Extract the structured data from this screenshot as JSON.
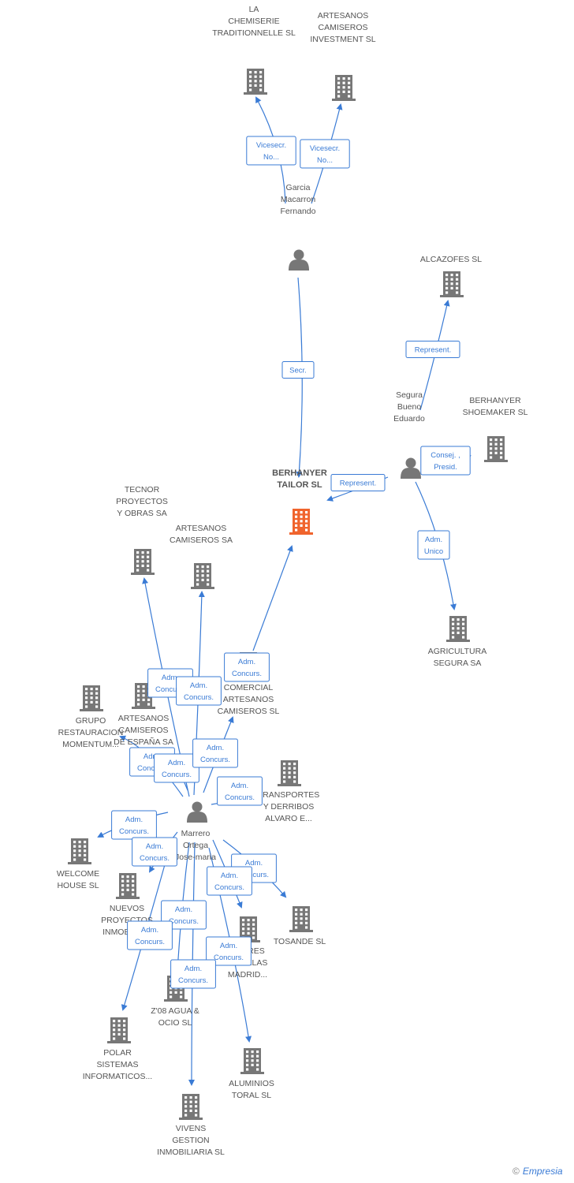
{
  "colors": {
    "edge": "#3a7bd5",
    "company": "#777777",
    "company_main": "#f0642d",
    "person": "#777777",
    "label_text": "#555555",
    "edge_label_border": "#3a7bd5",
    "edge_label_bg": "#ffffff"
  },
  "nodes": [
    {
      "id": "la_chemiserie",
      "type": "company",
      "label": [
        "LA",
        "CHEMISERIE",
        "TRADITIONNELLE SL"
      ]
    },
    {
      "id": "artesanos_investment",
      "type": "company",
      "label": [
        "ARTESANOS",
        "CAMISEROS",
        "INVESTMENT SL"
      ]
    },
    {
      "id": "garcia",
      "type": "person",
      "label": [
        "Garcia",
        "Macarron",
        "Fernando"
      ]
    },
    {
      "id": "alcazofes",
      "type": "company",
      "label": [
        "ALCAZOFES SL"
      ]
    },
    {
      "id": "segura",
      "type": "person",
      "label": [
        "Segura",
        "Bueno",
        "Eduardo"
      ]
    },
    {
      "id": "berhanyer_shoemaker",
      "type": "company",
      "label": [
        "BERHANYER",
        "SHOEMAKER SL"
      ]
    },
    {
      "id": "berhanyer_tailor",
      "type": "company_main",
      "label": [
        "BERHANYER",
        "TAILOR SL"
      ]
    },
    {
      "id": "tecnor",
      "type": "company",
      "label": [
        "TECNOR",
        "PROYECTOS",
        "Y OBRAS SA"
      ]
    },
    {
      "id": "artesanos_sa",
      "type": "company",
      "label": [
        "ARTESANOS",
        "CAMISEROS SA"
      ]
    },
    {
      "id": "agricultura",
      "type": "company",
      "label": [
        "AGRICULTURA",
        "SEGURA SA"
      ]
    },
    {
      "id": "comercial",
      "type": "company",
      "label": [
        "COMERCIAL",
        "ARTESANOS",
        "CAMISEROS SL"
      ]
    },
    {
      "id": "grupo",
      "type": "company",
      "label": [
        "GRUPO",
        "RESTAURACION",
        "MOMENTUM..."
      ]
    },
    {
      "id": "artesanos_espana",
      "type": "company",
      "label": [
        "ARTESANOS",
        "CAMISEROS",
        "DE ESPAÑA SA"
      ]
    },
    {
      "id": "transportes",
      "type": "company",
      "label": [
        "TRANSPORTES",
        "Y DERRIBOS",
        "ALVARO E..."
      ]
    },
    {
      "id": "marrero",
      "type": "person",
      "label": [
        "Marrero",
        "Ortega",
        "Jose-maria"
      ]
    },
    {
      "id": "welcome",
      "type": "company",
      "label": [
        "WELCOME",
        "HOUSE SL"
      ]
    },
    {
      "id": "nuevos",
      "type": "company",
      "label": [
        "NUEVOS",
        "PROYECTOS",
        "INMOBILIA..."
      ]
    },
    {
      "id": "tosande",
      "type": "company",
      "label": [
        "TOSANDE SL"
      ]
    },
    {
      "id": "torres",
      "type": "company",
      "label": [
        "TORRES",
        "GEMELAS",
        "MADRID..."
      ]
    },
    {
      "id": "z08",
      "type": "company",
      "label": [
        "Z'08 AGUA &",
        "OCIO SL"
      ]
    },
    {
      "id": "polar",
      "type": "company",
      "label": [
        "POLAR",
        "SISTEMAS",
        "INFORMATICOS..."
      ]
    },
    {
      "id": "aluminios",
      "type": "company",
      "label": [
        "ALUMINIOS",
        "TORAL SL"
      ]
    },
    {
      "id": "vivens",
      "type": "company",
      "label": [
        "VIVENS",
        "GESTION",
        "INMOBILIARIA SL"
      ]
    }
  ],
  "edges": [
    {
      "from": "garcia",
      "to": "la_chemiserie",
      "label": [
        "Vicesecr.",
        "No..."
      ]
    },
    {
      "from": "garcia",
      "to": "artesanos_investment",
      "label": [
        "Vicesecr.",
        "No..."
      ]
    },
    {
      "from": "garcia",
      "to": "berhanyer_tailor",
      "label": [
        "Secr."
      ]
    },
    {
      "from": "segura",
      "to": "alcazofes",
      "label": [
        "Represent."
      ]
    },
    {
      "from": "segura",
      "to": "berhanyer_tailor",
      "label": [
        "Represent."
      ]
    },
    {
      "from": "segura",
      "to": "berhanyer_shoemaker",
      "label": [
        "Consej. ,",
        "Presid."
      ]
    },
    {
      "from": "segura",
      "to": "agricultura",
      "label": [
        "Adm.",
        "Unico"
      ]
    },
    {
      "from": "comercial",
      "to": "berhanyer_tailor",
      "label": [
        "Adm.",
        "Concurs."
      ]
    },
    {
      "from": "marrero",
      "to": "tecnor",
      "label": [
        "Adm.",
        "Concurs."
      ]
    },
    {
      "from": "marrero",
      "to": "artesanos_sa",
      "label": [
        "Adm.",
        "Concurs."
      ]
    },
    {
      "from": "marrero",
      "to": "grupo",
      "label": [
        "Adm.",
        "Concurs."
      ]
    },
    {
      "from": "marrero",
      "to": "artesanos_espana",
      "label": [
        "Adm.",
        "Concurs."
      ]
    },
    {
      "from": "marrero",
      "to": "comercial",
      "label": [
        "Adm.",
        "Concurs."
      ]
    },
    {
      "from": "marrero",
      "to": "transportes",
      "label": [
        "Adm.",
        "Concurs."
      ]
    },
    {
      "from": "marrero",
      "to": "welcome",
      "label": [
        "Adm.",
        "Concurs."
      ]
    },
    {
      "from": "marrero",
      "to": "nuevos",
      "label": [
        "Adm.",
        "Concurs."
      ]
    },
    {
      "from": "marrero",
      "to": "tosande",
      "label": [
        "Adm.",
        "Concurs."
      ]
    },
    {
      "from": "marrero",
      "to": "torres",
      "label": [
        "Adm.",
        "Concurs."
      ]
    },
    {
      "from": "marrero",
      "to": "z08",
      "label": [
        "Adm.",
        "Concurs."
      ]
    },
    {
      "from": "marrero",
      "to": "polar",
      "label": [
        "Adm.",
        "Concurs."
      ]
    },
    {
      "from": "marrero",
      "to": "aluminios",
      "label": [
        "Adm.",
        "Concurs."
      ]
    },
    {
      "from": "marrero",
      "to": "vivens",
      "label": [
        "Adm.",
        "Concurs."
      ]
    }
  ],
  "brand": {
    "copyright": "©",
    "name": "Empresia"
  }
}
